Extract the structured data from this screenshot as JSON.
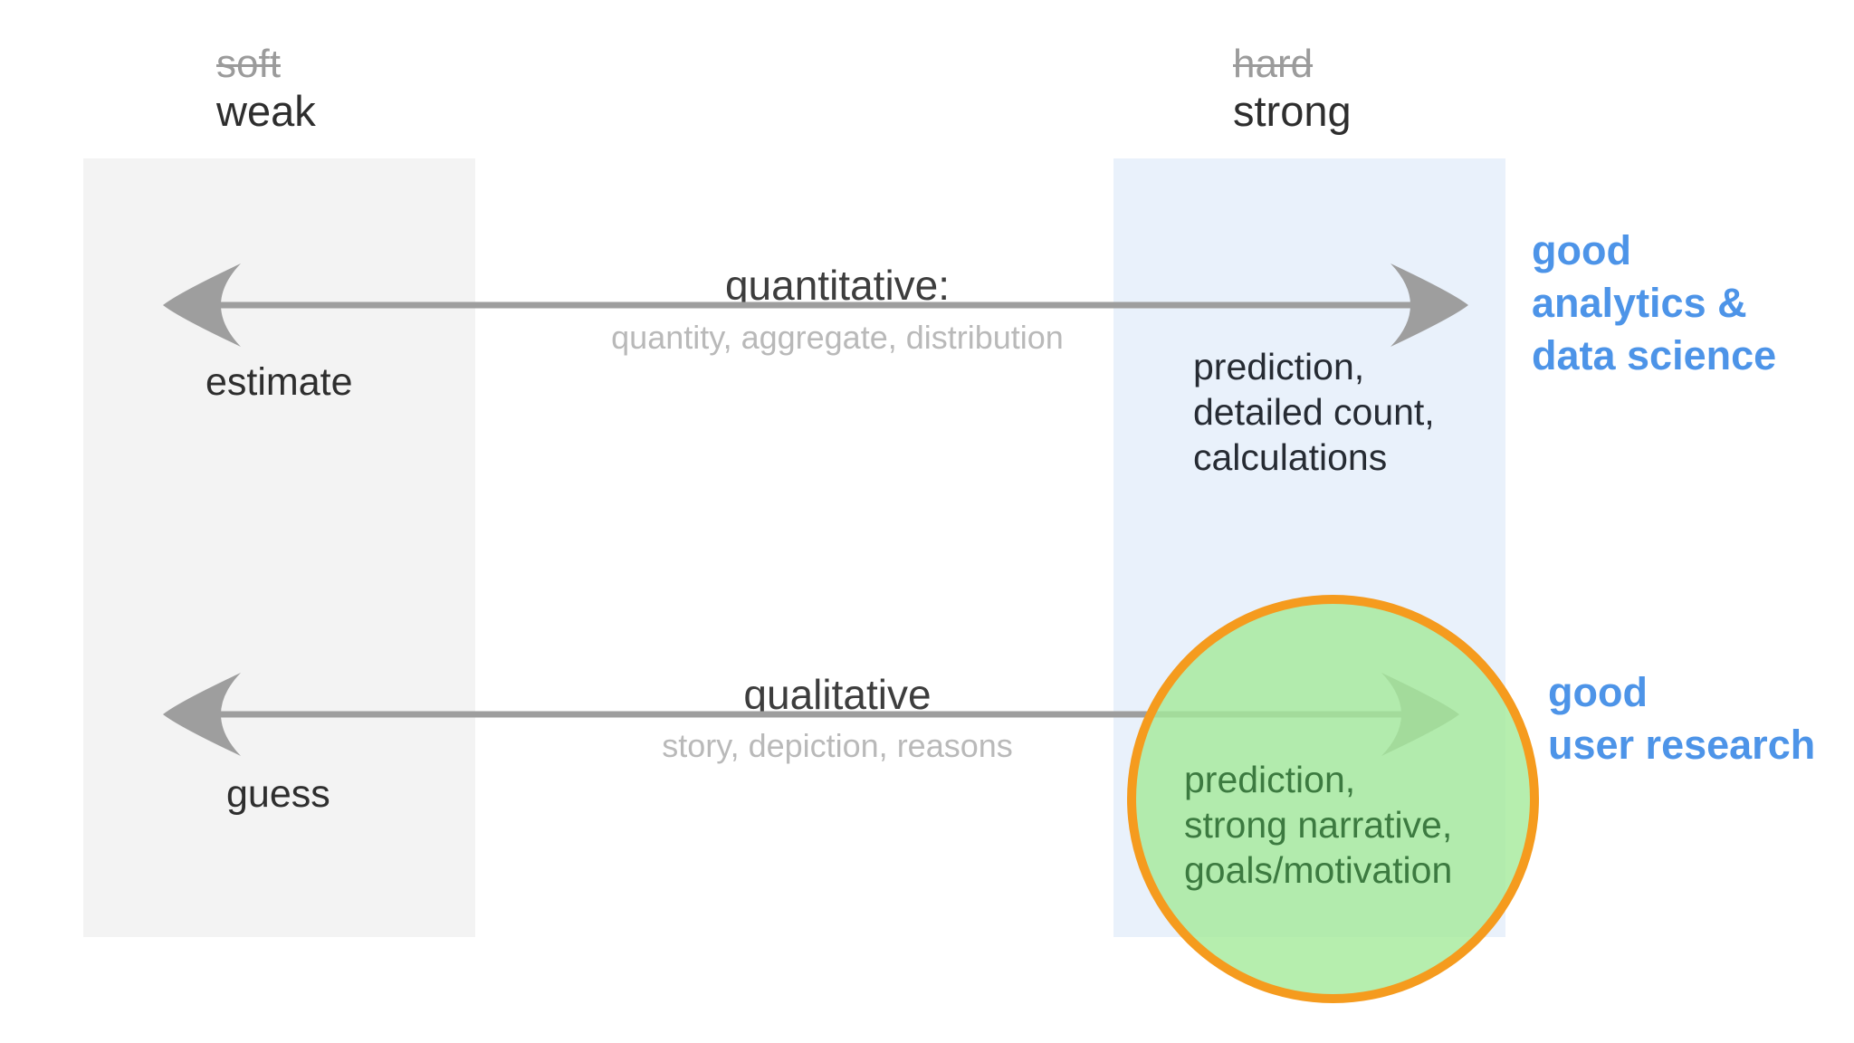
{
  "poles": {
    "left": {
      "struck": "soft",
      "label": "weak"
    },
    "right": {
      "struck": "hard",
      "label": "strong"
    }
  },
  "quant_row": {
    "title": "quantitative:",
    "subtitle": "quantity, aggregate, distribution",
    "weak_end": "estimate",
    "strong_note": "prediction,\ndetailed count,\ncalculations",
    "outcome": "good\nanalytics &\ndata science"
  },
  "qual_row": {
    "title": "qualitative",
    "subtitle": "story, depiction, reasons",
    "weak_end": "guess",
    "strong_note": "prediction,\nstrong narrative,\ngoals/motivation",
    "outcome": "good\nuser research"
  },
  "colors": {
    "background": "#ffffff",
    "gray_panel": "#f3f3f3",
    "blue_panel": "#e9f1fb",
    "arrow_gray": "#9e9e9e",
    "struck_text": "#9b9b9b",
    "pole_text": "#2e2e2e",
    "axis_title_text": "#3d3d3d",
    "axis_subtitle_text": "#b9b9b9",
    "note_text": "#262b33",
    "outcome_blue": "#4d94e8",
    "circle_fill_green": "#b6eeae",
    "circle_border_orange": "#f59b1e",
    "circle_note_green": "#3c7a40"
  }
}
